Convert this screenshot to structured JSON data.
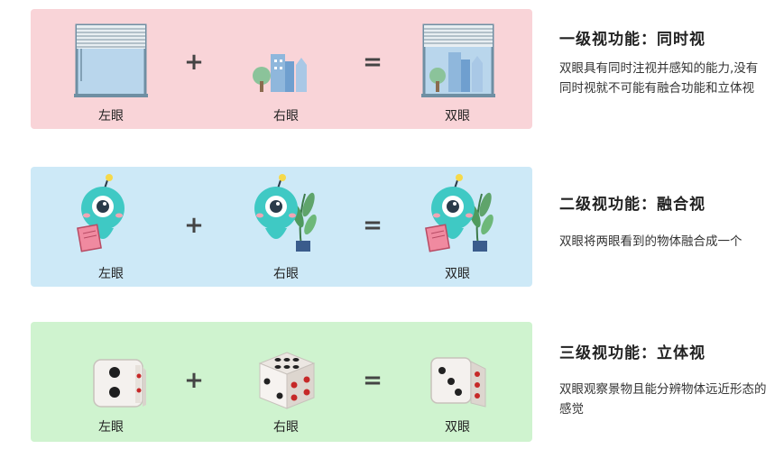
{
  "levels": [
    {
      "title": "一级视功能：同时视",
      "desc": "双眼具有同时注视并感知的能力,没有同时视就不可能有融合功能和立体视",
      "left_label": "左眼",
      "right_label": "右眼",
      "result_label": "双眼",
      "plus": "+",
      "equals": "="
    },
    {
      "title": "二级视功能：融合视",
      "desc": "双眼将两眼看到的物体融合成一个",
      "left_label": "左眼",
      "right_label": "右眼",
      "result_label": "双眼",
      "plus": "+",
      "equals": "="
    },
    {
      "title": "三级视功能：立体视",
      "desc": "双眼观察景物且能分辨物体远近形态的感觉",
      "left_label": "左眼",
      "right_label": "右眼",
      "result_label": "双眼",
      "plus": "+",
      "equals": "="
    }
  ],
  "colors": {
    "panel1": "#f9d4d8",
    "panel2": "#cde9f7",
    "panel3": "#cff3cf"
  }
}
